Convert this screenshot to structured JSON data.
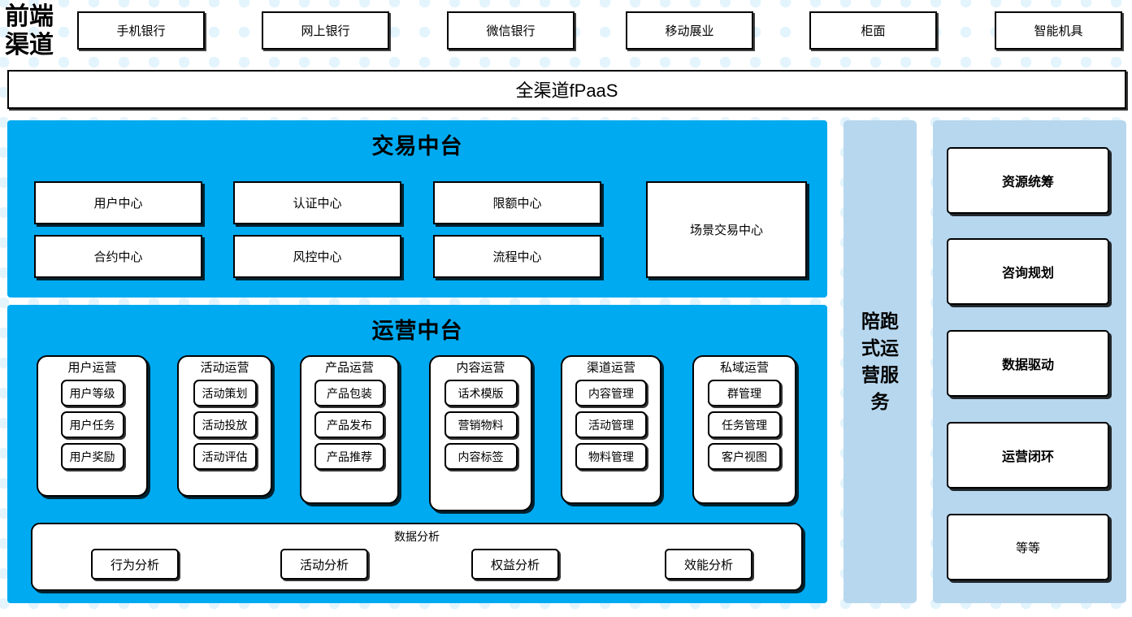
{
  "front_channel": {
    "label": "前端\n渠道",
    "label_line1": "前端",
    "label_line2": "渠道",
    "channels": [
      {
        "label": "手机银行"
      },
      {
        "label": "网上银行"
      },
      {
        "label": "微信银行"
      },
      {
        "label": "移动展业"
      },
      {
        "label": "柜面"
      },
      {
        "label": "智能机具"
      }
    ]
  },
  "fpaas": {
    "label": "全渠道fPaaS"
  },
  "trade_center": {
    "title": "交易中台",
    "boxes": [
      {
        "label": "用户中心"
      },
      {
        "label": "认证中心"
      },
      {
        "label": "限额中心"
      },
      {
        "label": "合约中心"
      },
      {
        "label": "风控中心"
      },
      {
        "label": "流程中心"
      },
      {
        "label": "场景交易中心"
      }
    ]
  },
  "operation_center": {
    "title": "运营中台",
    "groups": [
      {
        "title": "用户运营",
        "items": [
          "用户等级",
          "用户任务",
          "用户奖励"
        ]
      },
      {
        "title": "活动运营",
        "items": [
          "活动策划",
          "活动投放",
          "活动评估"
        ]
      },
      {
        "title": "产品运营",
        "items": [
          "产品包装",
          "产品发布",
          "产品推荐"
        ]
      },
      {
        "title": "内容运营",
        "items": [
          "话术模版",
          "营销物料",
          "内容标签"
        ]
      },
      {
        "title": "渠道运营",
        "items": [
          "内容管理",
          "活动管理",
          "物料管理"
        ]
      },
      {
        "title": "私域运营",
        "items": [
          "群管理",
          "任务管理",
          "客户视图"
        ]
      }
    ],
    "analysis": {
      "title": "数据分析",
      "items": [
        "行为分析",
        "活动分析",
        "权益分析",
        "效能分析"
      ]
    }
  },
  "escort": {
    "title": "陪跑式运营服务",
    "line1": "陪跑",
    "line2": "式运",
    "line3": "营服",
    "line4": "务"
  },
  "services": {
    "items": [
      {
        "label": "资源统筹",
        "emphasis": true
      },
      {
        "label": "咨询规划",
        "emphasis": true
      },
      {
        "label": "数据驱动",
        "emphasis": true
      },
      {
        "label": "运营闭环",
        "emphasis": true
      },
      {
        "label": "等等",
        "emphasis": false
      }
    ]
  },
  "colors": {
    "platform_cyan": "#00AAF0",
    "side_panel_blue": "#B7D7EE",
    "dot_blue": "#E3F4FD",
    "box_white": "#FFFFFF",
    "stroke_black": "#000000"
  }
}
